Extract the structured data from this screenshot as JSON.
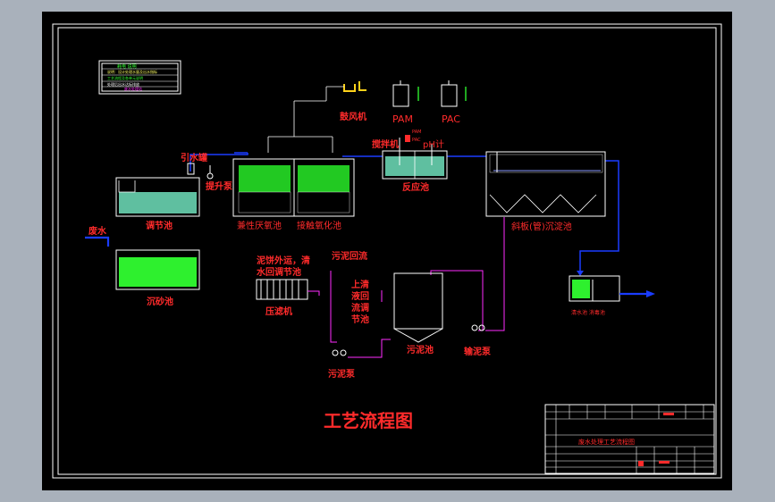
{
  "title": "工艺流程图",
  "labels": {
    "blower": "鼓风机",
    "pam": "PAM",
    "pac": "PAC",
    "mixer": "搅拌机",
    "ph_meter": "pH计",
    "pam_small": "PAM",
    "pac_small": "PAC",
    "reaction_tank": "反应池",
    "water_intake": "引水罐",
    "lift_pump": "提升泵",
    "regulating_tank": "调节池",
    "anaerobic_tank": "兼性厌氧池",
    "contact_oxidation_tank": "接触氧化池",
    "inclined_tube_settler": "斜板(管)沉淀池",
    "wastewater": "废水",
    "grit_chamber": "沉砂池",
    "sludge_cake_note_1": "泥饼外运，清",
    "sludge_cake_note_2": "水回调节池",
    "filter_press": "压滤机",
    "sludge_return": "污泥回流",
    "supernatant_1": "上清",
    "supernatant_2": "液回",
    "supernatant_3": "流调",
    "supernatant_4": "节池",
    "sludge_tank": "污泥池",
    "sludge_pump": "污泥泵",
    "transfer_pump": "输泥泵",
    "clear_water_tank": "清水池  消毒池"
  },
  "legend": {
    "title": "耗电 说明",
    "line1": "说明：设计处理水量及出水指标",
    "line2": "工艺流程及各单元说明",
    "line3": "处理后出水达标排放",
    "line4": "废水处理站"
  },
  "title_block": {
    "drawing_name": "废水处理工艺流程图"
  },
  "colors": {
    "red_text": "#ff2b2b",
    "pipe_blue": "#1a3cff",
    "sludge_magenta": "#ff2bff",
    "media_green": "#22c922",
    "water_teal": "#5fbfa0",
    "sand_green": "#2ef02e"
  }
}
